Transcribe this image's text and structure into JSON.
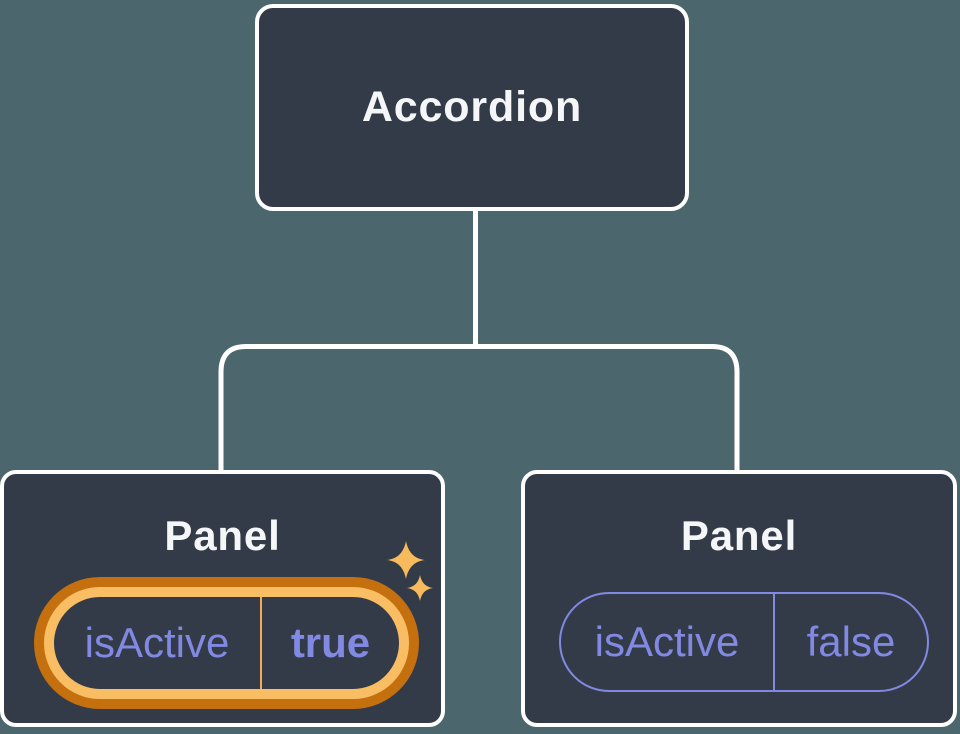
{
  "diagram": {
    "description": "component-tree-with-state",
    "tree": {
      "root": {
        "label": "Accordion"
      },
      "children": [
        {
          "label": "Panel",
          "state": {
            "key": "isActive",
            "value": "true"
          },
          "highlighted": true
        },
        {
          "label": "Panel",
          "state": {
            "key": "isActive",
            "value": "false"
          },
          "highlighted": false
        }
      ]
    }
  },
  "icons": {
    "sparkle": "sparkle-stars-icon"
  },
  "colors": {
    "background": "#4c666e",
    "card": "#343b48",
    "line": "#ffffff",
    "title_text": "#f5f6f8",
    "purple": "#8289e2",
    "orange_dark": "#c4700f",
    "orange_light": "#f9bd64",
    "orange_divider": "#f0ad52",
    "sparkle": "#f7ba5d"
  }
}
